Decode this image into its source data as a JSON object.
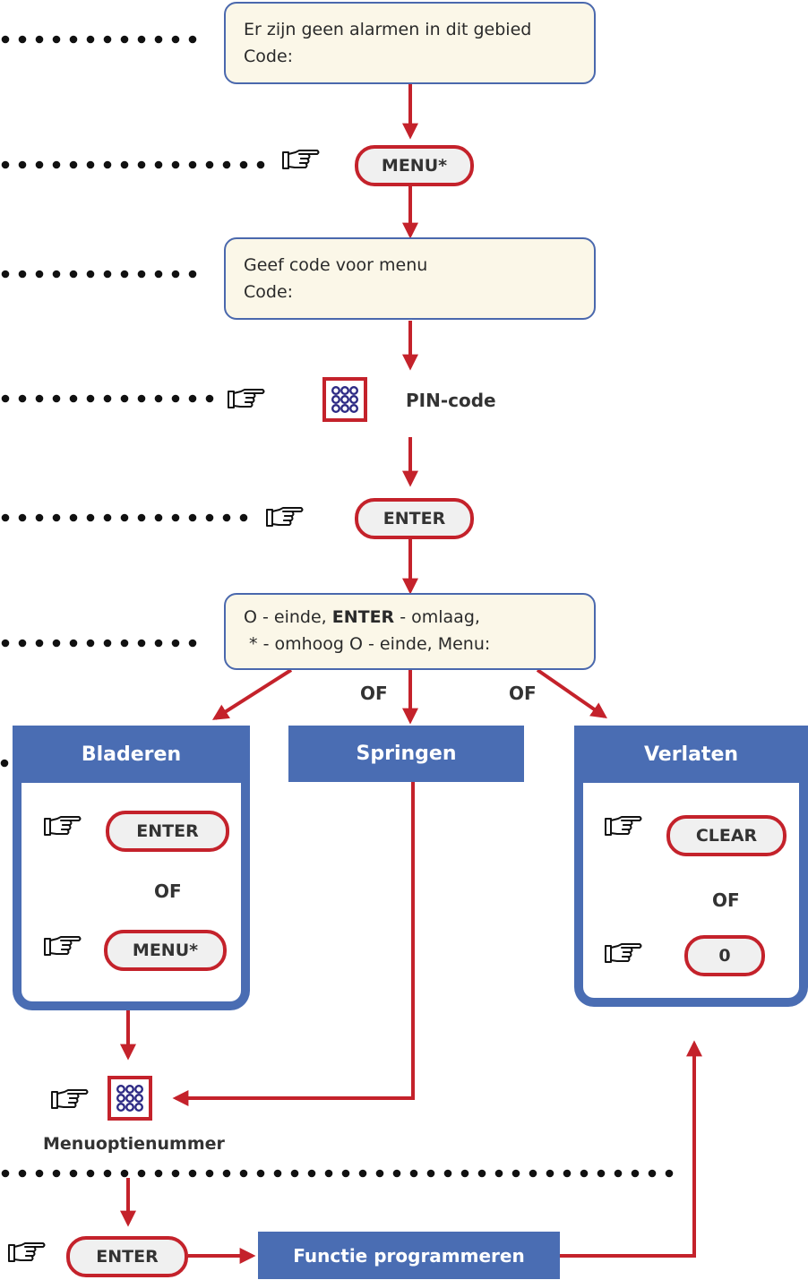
{
  "screens": {
    "no_alarms": [
      "Er zijn geen alarmen in dit gebied",
      "Code:"
    ],
    "menu_code": [
      "Geef code voor menu",
      "Code:"
    ],
    "menu": {
      "line1_pre": "O  - einde, ",
      "line1_bold": "ENTER",
      "line1_post": " - omlaag,",
      "line2": " * - omhoog O - einde, Menu:"
    }
  },
  "keys": {
    "menu": "MENU*",
    "enter": "ENTER",
    "clear": "CLEAR",
    "zero": "0"
  },
  "labels": {
    "pin_code": "PIN-code",
    "or": "OF",
    "menu_option_number": "Menuoptienummer",
    "program_function": "Functie programmeren"
  },
  "blocks": {
    "browse": "Bladeren",
    "jump": "Springen",
    "exit": "Verlaten"
  },
  "icons": {
    "hand": "pointing-hand-icon",
    "keypad": "keypad-icon"
  },
  "colors": {
    "arrow_red": "#c4222b",
    "block_blue": "#4a6db3",
    "lcd_border": "#4a68ad",
    "lcd_bg": "#fbf7e8",
    "dots": "#111111"
  }
}
